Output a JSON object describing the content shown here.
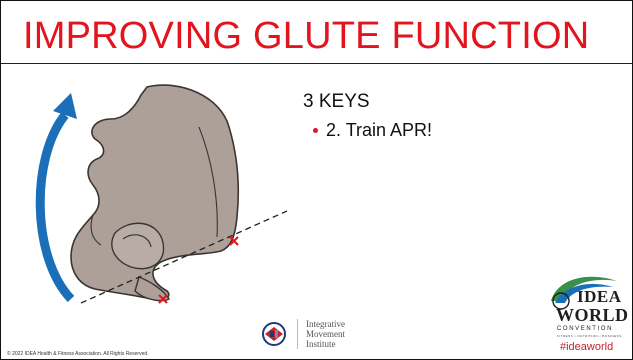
{
  "slide": {
    "title": "IMPROVING GLUTE FUNCTION",
    "heading": "3 KEYS",
    "bullets": [
      "2. Train APR!"
    ],
    "copyright": "© 2022 IDEA Health & Fitness Association. All Rights Reserved.",
    "hashtag": "#ideaworld"
  },
  "logos": {
    "imi": {
      "line1": "Integrative",
      "line2": "Movement",
      "line3": "Institute"
    },
    "world": {
      "idea": "IDEA",
      "world": "WORLD",
      "convention": "CONVENTION",
      "tagline": "FITNESS • NUTRITION • BUSINESS"
    }
  },
  "colors": {
    "title": "#e2151e",
    "arrow": "#1a6fb8",
    "pelvis_fill": "#ada099",
    "marker": "#e2151e"
  },
  "icons": {
    "rotation_arrow": "curved-arrow-up",
    "markers": "x-mark"
  }
}
